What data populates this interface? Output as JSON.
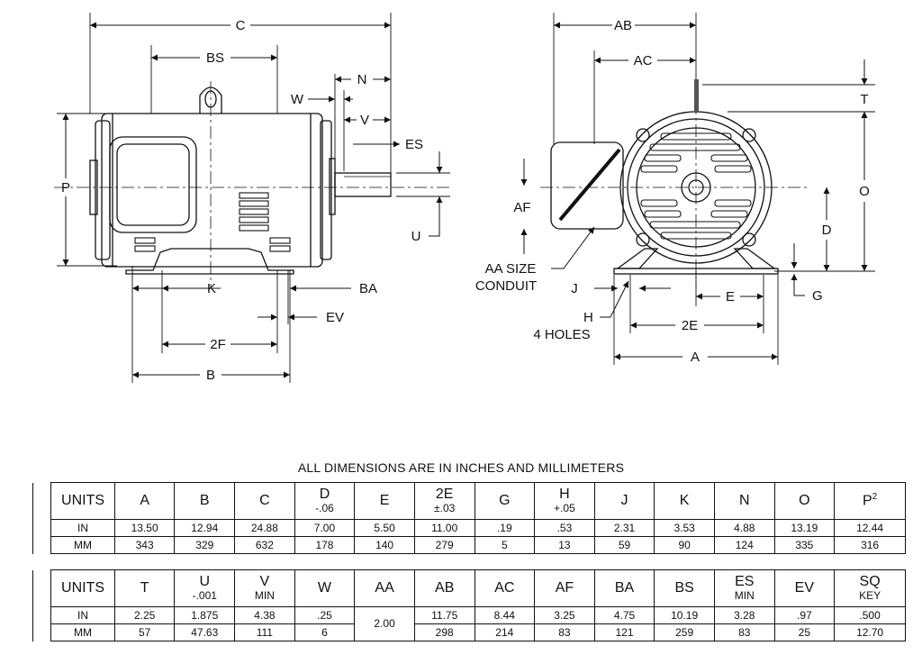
{
  "labels": {
    "C": "C",
    "BS": "BS",
    "N": "N",
    "W": "W",
    "V": "V",
    "ES": "ES",
    "P": "P",
    "U": "U",
    "K": "K",
    "BA": "BA",
    "EV": "EV",
    "F2": "2F",
    "B": "B",
    "AB": "AB",
    "AC": "AC",
    "T": "T",
    "O": "O",
    "AF": "AF",
    "D": "D",
    "AA1": "AA SIZE",
    "AA2": "CONDUIT",
    "J": "J",
    "E": "E",
    "G": "G",
    "H1": "H",
    "H2": "4 HOLES",
    "E2": "2E",
    "A": "A"
  },
  "caption": "ALL DIMENSIONS ARE IN INCHES AND MILLIMETERS",
  "table1": {
    "headers": [
      {
        "main": "UNITS",
        "sub": ""
      },
      {
        "main": "A",
        "sub": ""
      },
      {
        "main": "B",
        "sub": ""
      },
      {
        "main": "C",
        "sub": ""
      },
      {
        "main": "D",
        "sub": "-.06"
      },
      {
        "main": "E",
        "sub": ""
      },
      {
        "main": "2E",
        "sub": "±.03"
      },
      {
        "main": "G",
        "sub": ""
      },
      {
        "main": "H",
        "sub": "+.05"
      },
      {
        "main": "J",
        "sub": ""
      },
      {
        "main": "K",
        "sub": ""
      },
      {
        "main": "N",
        "sub": ""
      },
      {
        "main": "O",
        "sub": ""
      },
      {
        "main": "P",
        "sub": "",
        "sup": "2"
      }
    ],
    "rows": [
      [
        "IN",
        "13.50",
        "12.94",
        "24.88",
        "7.00",
        "5.50",
        "11.00",
        ".19",
        ".53",
        "2.31",
        "3.53",
        "4.88",
        "13.19",
        "12.44"
      ],
      [
        "MM",
        "343",
        "329",
        "632",
        "178",
        "140",
        "279",
        "5",
        "13",
        "59",
        "90",
        "124",
        "335",
        "316"
      ]
    ]
  },
  "table2": {
    "headers": [
      {
        "main": "UNITS",
        "sub": ""
      },
      {
        "main": "T",
        "sub": ""
      },
      {
        "main": "U",
        "sub": "-.001"
      },
      {
        "main": "V",
        "sub": "MIN"
      },
      {
        "main": "W",
        "sub": ""
      },
      {
        "main": "AA",
        "sub": ""
      },
      {
        "main": "AB",
        "sub": ""
      },
      {
        "main": "AC",
        "sub": ""
      },
      {
        "main": "AF",
        "sub": ""
      },
      {
        "main": "BA",
        "sub": ""
      },
      {
        "main": "BS",
        "sub": ""
      },
      {
        "main": "ES",
        "sub": "MIN"
      },
      {
        "main": "EV",
        "sub": ""
      },
      {
        "main": "SQ",
        "sub": "KEY"
      }
    ],
    "rows": [
      [
        "IN",
        "2.25",
        "1.875",
        "4.38",
        ".25",
        "2.00",
        "11.75",
        "8.44",
        "3.25",
        "4.75",
        "10.19",
        "3.28",
        ".97",
        ".500"
      ],
      [
        "MM",
        "57",
        "47.63",
        "111",
        "6",
        "",
        "298",
        "214",
        "83",
        "121",
        "259",
        "83",
        "25",
        "12.70"
      ]
    ]
  }
}
